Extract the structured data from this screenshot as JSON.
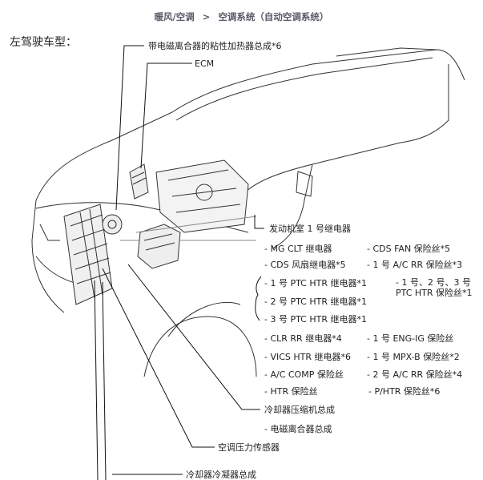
{
  "breadcrumb": {
    "section": "暖风/空调",
    "separator": ">",
    "page": "空调系统（自动空调系统）"
  },
  "title": "左驾驶车型：",
  "labels": {
    "viscous_heater": "带电磁离合器的粘性加热器总成*6",
    "ecm": "ECM",
    "engine_room_relay": "发动机室 1 号继电器",
    "compressor": "冷却器压缩机总成",
    "magnetic_clutch": "- 电磁离合器总成",
    "pressure_sensor": "空调压力传感器",
    "condenser": "冷却器冷凝器总成"
  },
  "relay_items_left": [
    "- MG CLT 继电器",
    "- CDS 风扇继电器*5",
    "- 1 号 PTC HTR 继电器*1",
    "- 2 号 PTC HTR 继电器*1",
    "- 3 号 PTC HTR 继电器*1",
    "- CLR RR 继电器*4",
    "- VICS HTR 继电器*6",
    "- A/C COMP 保险丝",
    "- HTR 保险丝"
  ],
  "relay_items_right": [
    "- CDS FAN 保险丝*5",
    "- 1 号 A/C RR 保险丝*3",
    "- 1 号、2 号、3 号 PTC HTR 保险丝*1",
    "- 1 号 ENG-IG 保险丝",
    "- 1 号 MPX-B 保险丝*2",
    "- 2 号 A/C RR 保险丝*4",
    "- P/HTR 保险丝*6"
  ]
}
